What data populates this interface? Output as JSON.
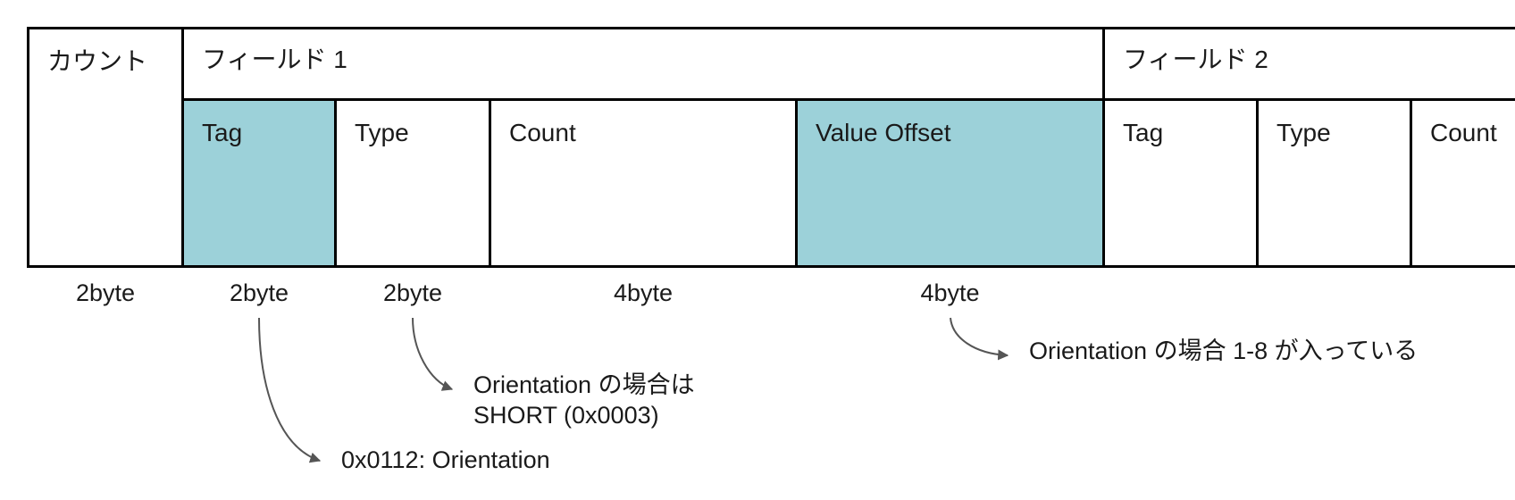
{
  "diagram": {
    "count_cell": "カウント",
    "field1": {
      "title": "フィールド 1",
      "tag": "Tag",
      "type": "Type",
      "count": "Count",
      "value_offset": "Value Offset"
    },
    "field2": {
      "title": "フィールド 2",
      "tag": "Tag",
      "type": "Type",
      "count": "Count"
    },
    "sizes": {
      "count": "2byte",
      "tag": "2byte",
      "type": "2byte",
      "count_field": "4byte",
      "value_offset": "4byte"
    },
    "notes": {
      "tag": "0x0112: Orientation",
      "type_line1": "Orientation の場合は",
      "type_line2": "SHORT (0x0003)",
      "value_offset": "Orientation の場合 1-8 が入っている"
    },
    "colors": {
      "highlight": "#9cd1d9",
      "border": "#000000",
      "arrow": "#555555"
    }
  }
}
